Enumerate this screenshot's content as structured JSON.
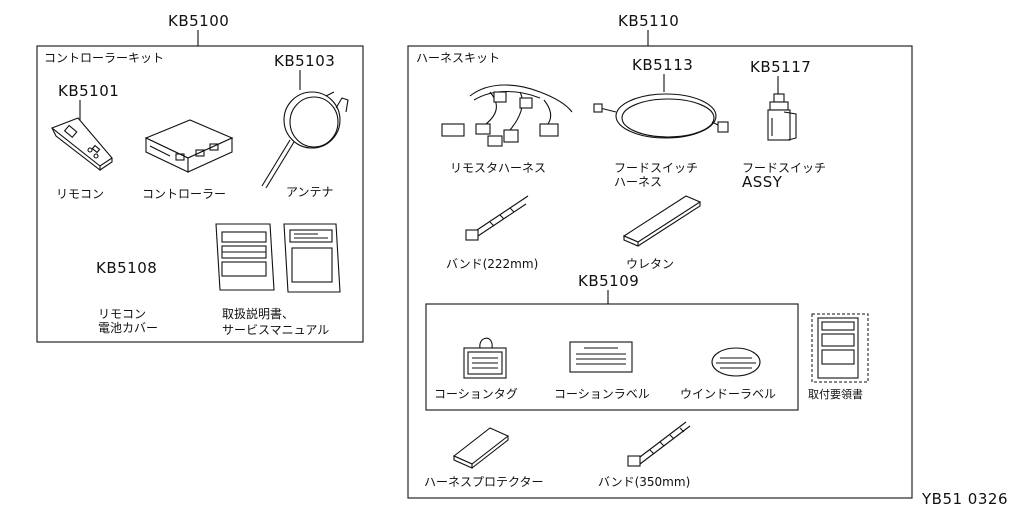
{
  "page": {
    "ref": "YB51 0326"
  },
  "kit_controller": {
    "code": "KB5100",
    "title": "コントローラーキット",
    "remote": {
      "code": "KB5101",
      "label": "リモコン"
    },
    "controller": {
      "label": "コントローラー"
    },
    "antenna": {
      "code": "KB5103",
      "label": "アンテナ"
    },
    "battery_cover": {
      "code": "KB5108",
      "label_line1": "リモコン",
      "label_line2": "電池カバー"
    },
    "manuals": {
      "label_line1": "取扱説明書、",
      "label_line2": "サービスマニュアル"
    }
  },
  "kit_harness": {
    "code": "KB5110",
    "title": "ハーネスキット",
    "remote_harness": {
      "label": "リモスタハーネス"
    },
    "hood_switch_harness": {
      "code": "KB5113",
      "label_line1": "フードスイッチ",
      "label_line2": "ハーネス"
    },
    "hood_switch_assy": {
      "code": "KB5117",
      "label_line1": "フードスイッチ",
      "label_line2": "ASSY"
    },
    "band_222": {
      "label": "バンド(222mm)"
    },
    "urethane": {
      "label": "ウレタン"
    },
    "caution_set": {
      "code": "KB5109",
      "tag": {
        "label": "コーションタグ"
      },
      "label": {
        "label": "コーションラベル"
      },
      "window_label": {
        "label": "ウインドーラベル"
      }
    },
    "install_manual": {
      "label": "取付要領書"
    },
    "harness_protector": {
      "label": "ハーネスプロテクター"
    },
    "band_350": {
      "label": "バンド(350mm)"
    }
  }
}
